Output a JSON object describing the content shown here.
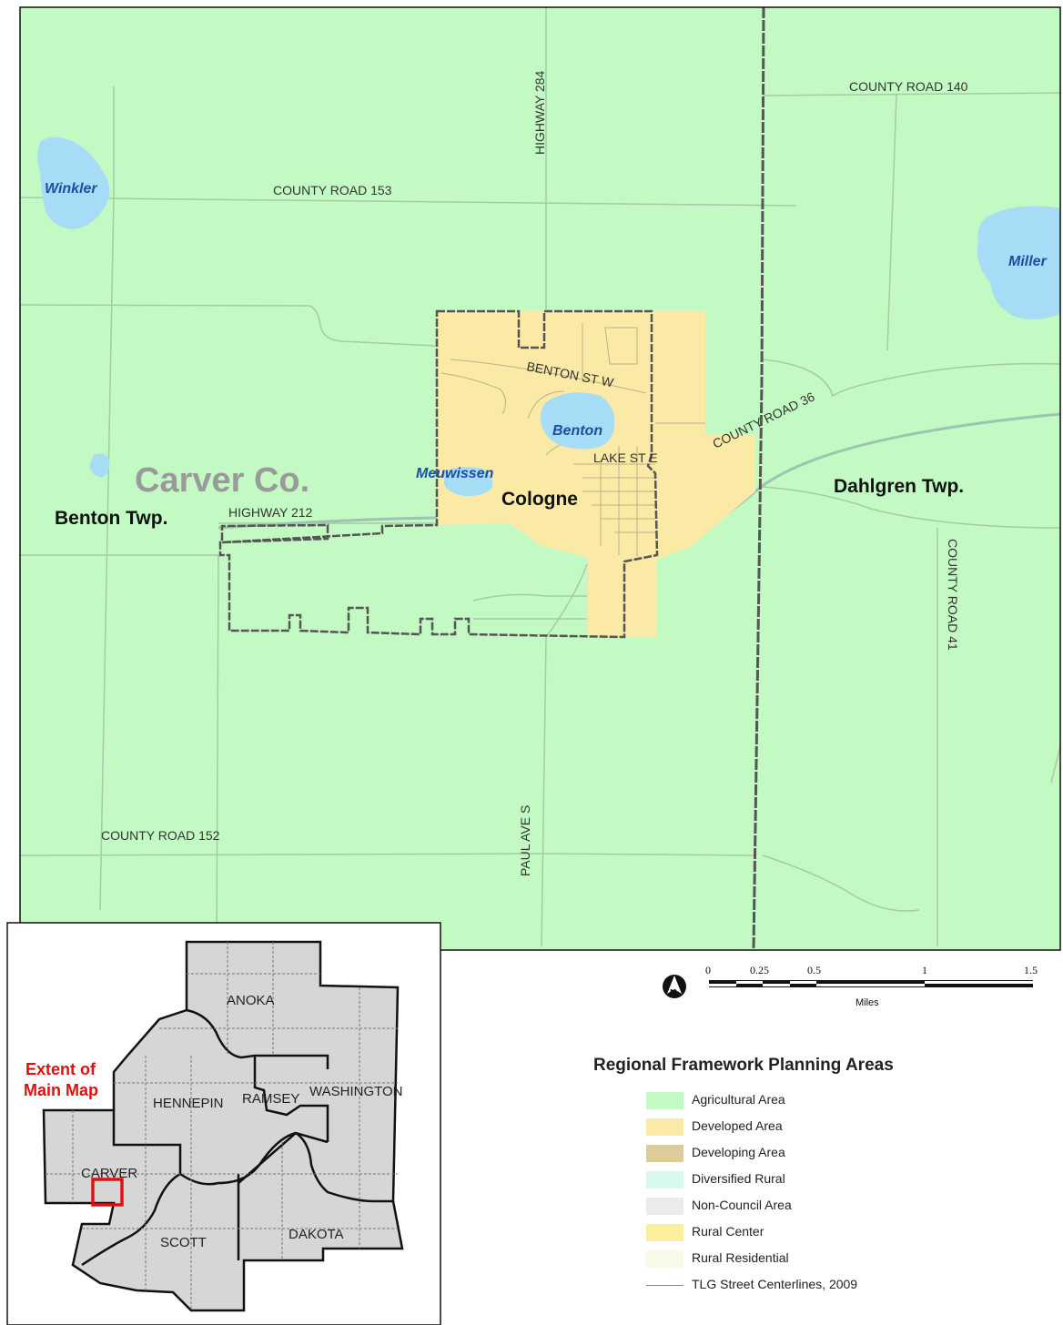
{
  "main_map": {
    "admin_labels": {
      "county": "Carver Co.",
      "benton_twp": "Benton Twp.",
      "dahlgren_twp": "Dahlgren Twp.",
      "city": "Cologne"
    },
    "lakes": {
      "winkler": "Winkler",
      "miller": "Miller",
      "benton": "Benton",
      "meuwissen": "Meuwissen"
    },
    "roads": {
      "county_road_140": "COUNTY ROAD 140",
      "county_road_153": "COUNTY ROAD 153",
      "highway_284": "HIGHWAY 284",
      "benton_st_w": "BENTON ST W",
      "county_road_36": "COUNTY ROAD 36",
      "lake_st_e": "LAKE ST E",
      "highway_212": "HIGHWAY 212",
      "county_road_41": "COUNTY ROAD 41",
      "paul_ave_s": "PAUL AVE S",
      "county_road_152": "COUNTY ROAD 152"
    },
    "colors": {
      "agricultural": "#c3fac3",
      "rural_center": "#fbeaa5",
      "water": "#a6dcf5",
      "road": "#a6c9a6",
      "boundary": "#555555"
    }
  },
  "scale_bar": {
    "ticks": [
      "0",
      "0.25",
      "0.5",
      "1",
      "1.5"
    ],
    "unit": "Miles",
    "north_arrow_letter": "N"
  },
  "inset_map": {
    "counties": {
      "anoka": "ANOKA",
      "hennepin": "HENNEPIN",
      "ramsey": "RAMSEY",
      "washington": "WASHINGTON",
      "carver": "CARVER",
      "scott": "SCOTT",
      "dakota": "DAKOTA"
    },
    "extent_label_line1": "Extent of",
    "extent_label_line2": "Main Map",
    "colors": {
      "county_fill": "#d6d6d6",
      "extent": "#e01010",
      "extent_label": "#e01010"
    }
  },
  "legend": {
    "title": "Regional Framework Planning Areas",
    "items": [
      {
        "label": "Agricultural Area",
        "color": "#c3fac3"
      },
      {
        "label": "Developed Area",
        "color": "#fbe9a6"
      },
      {
        "label": "Developing Area",
        "color": "#ddcb99"
      },
      {
        "label": "Diversified Rural",
        "color": "#d9f9ed"
      },
      {
        "label": "Non-Council Area",
        "color": "#ebebeb"
      },
      {
        "label": "Rural Center",
        "color": "#fbef9e"
      },
      {
        "label": "Rural Residential",
        "color": "#f8fbe8"
      }
    ],
    "line_item": "TLG Street Centerlines, 2009"
  }
}
